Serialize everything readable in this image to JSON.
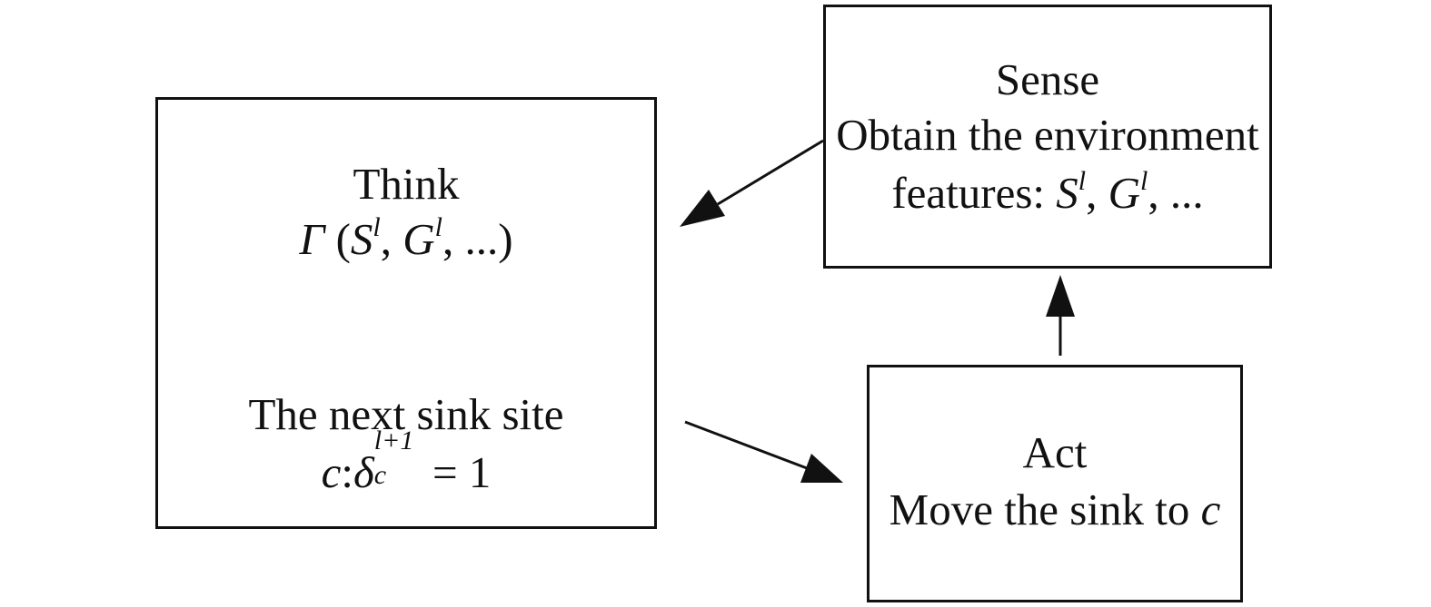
{
  "diagram": {
    "think": {
      "title": "Think",
      "formula_symbol": "Γ",
      "formula_open": " (",
      "formula_var1": "S",
      "formula_var1_sup": "l",
      "formula_sep": ", ",
      "formula_var2": "G",
      "formula_var2_sup": "l",
      "formula_close": ", ...)",
      "next_label": "The next sink site",
      "cond_var": "c",
      "cond_colon": ":",
      "cond_delta": "δ",
      "cond_delta_sup": "l+1",
      "cond_delta_sub": "c",
      "cond_equals": "= 1"
    },
    "sense": {
      "title": "Sense",
      "line1": "Obtain the environment",
      "line2_prefix": "features: ",
      "var1": "S",
      "var1_sup": "l",
      "sep": ", ",
      "var2": "G",
      "var2_sup": "l",
      "suffix": ", ..."
    },
    "act": {
      "title": "Act",
      "line_prefix": "Move the sink to ",
      "var": "c"
    }
  }
}
